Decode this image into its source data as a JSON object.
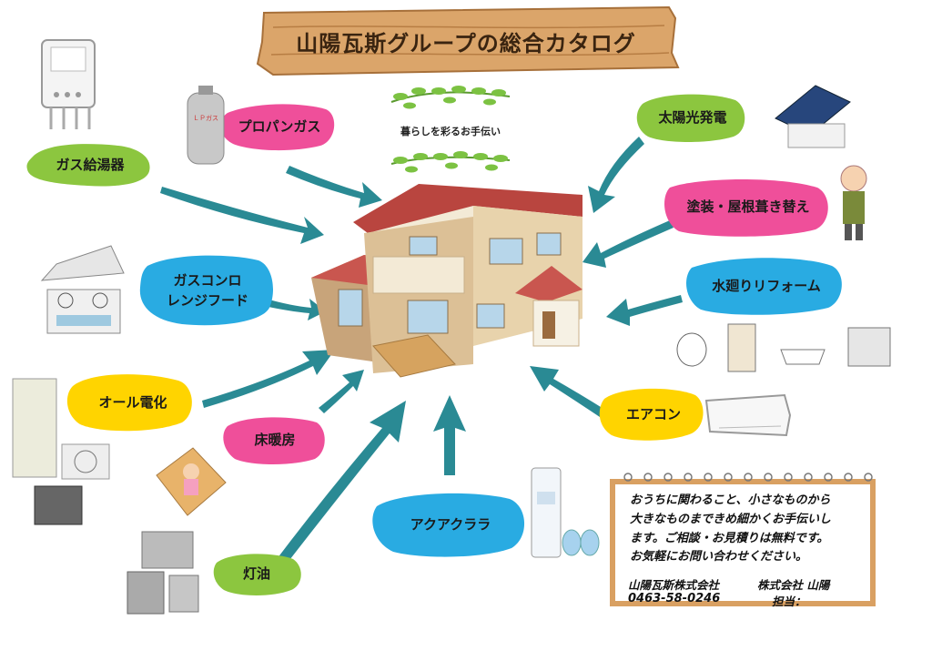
{
  "title": "山陽瓦斯グループの総合カタログ",
  "tagline": "暮らしを彩るお手伝い",
  "labels": {
    "gas_water_heater": "ガス給湯器",
    "propane_gas": "プロパンガス",
    "gas_stove_line1": "ガスコンロ",
    "gas_stove_line2": "レンジフード",
    "all_electric": "オール電化",
    "floor_heating": "床暖房",
    "kerosene": "灯油",
    "aquaclara": "アクアクララ",
    "solar": "太陽光発電",
    "painting_roof": "塗装・屋根葺き替え",
    "water_reform": "水廻りリフォーム",
    "aircon": "エアコン"
  },
  "note": {
    "lines": [
      "おうちに関わること、小さなものから",
      "大きなものまできめ細かくお手伝いし",
      "ます。ご相談・お見積りは無料です。",
      "お気軽にお問い合わせください。"
    ],
    "company1": "山陽瓦斯株式会社",
    "phone": "0463-58-0246",
    "company2": "株式会社 山陽",
    "contact": "担当："
  },
  "colors": {
    "green": "#8cc63f",
    "pink": "#ef4f9a",
    "blue": "#29abe2",
    "yellow": "#ffd400",
    "arrow": "#2a8a94",
    "wood": "#d9a062"
  }
}
